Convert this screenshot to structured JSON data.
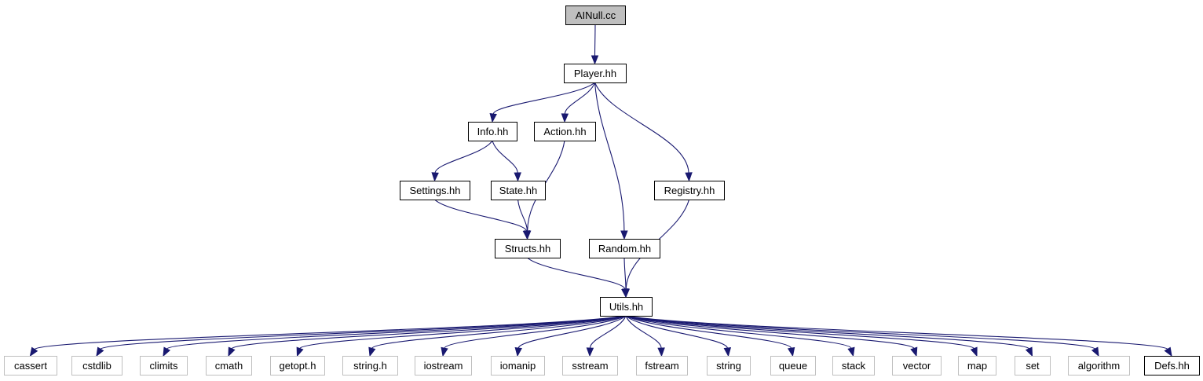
{
  "colors": {
    "edge": "#191970",
    "root_fill": "#bfbfbf",
    "node_stroke": "#000000",
    "system_stroke": "#bfbfbf",
    "background": "#ffffff"
  },
  "nodes": [
    {
      "id": "AINull_cc",
      "label": "AINull.cc",
      "kind": "root"
    },
    {
      "id": "Player_hh",
      "label": "Player.hh",
      "kind": "project"
    },
    {
      "id": "Info_hh",
      "label": "Info.hh",
      "kind": "project"
    },
    {
      "id": "Action_hh",
      "label": "Action.hh",
      "kind": "project"
    },
    {
      "id": "Settings_hh",
      "label": "Settings.hh",
      "kind": "project"
    },
    {
      "id": "State_hh",
      "label": "State.hh",
      "kind": "project"
    },
    {
      "id": "Registry_hh",
      "label": "Registry.hh",
      "kind": "project"
    },
    {
      "id": "Structs_hh",
      "label": "Structs.hh",
      "kind": "project"
    },
    {
      "id": "Random_hh",
      "label": "Random.hh",
      "kind": "project"
    },
    {
      "id": "Utils_hh",
      "label": "Utils.hh",
      "kind": "project"
    },
    {
      "id": "cassert",
      "label": "cassert",
      "kind": "system"
    },
    {
      "id": "cstdlib",
      "label": "cstdlib",
      "kind": "system"
    },
    {
      "id": "climits",
      "label": "climits",
      "kind": "system"
    },
    {
      "id": "cmath",
      "label": "cmath",
      "kind": "system"
    },
    {
      "id": "getopt_h",
      "label": "getopt.h",
      "kind": "system"
    },
    {
      "id": "string_h",
      "label": "string.h",
      "kind": "system"
    },
    {
      "id": "iostream",
      "label": "iostream",
      "kind": "system"
    },
    {
      "id": "iomanip",
      "label": "iomanip",
      "kind": "system"
    },
    {
      "id": "sstream",
      "label": "sstream",
      "kind": "system"
    },
    {
      "id": "fstream",
      "label": "fstream",
      "kind": "system"
    },
    {
      "id": "string",
      "label": "string",
      "kind": "system"
    },
    {
      "id": "queue",
      "label": "queue",
      "kind": "system"
    },
    {
      "id": "stack",
      "label": "stack",
      "kind": "system"
    },
    {
      "id": "vector",
      "label": "vector",
      "kind": "system"
    },
    {
      "id": "map",
      "label": "map",
      "kind": "system"
    },
    {
      "id": "set",
      "label": "set",
      "kind": "system"
    },
    {
      "id": "algorithm",
      "label": "algorithm",
      "kind": "system"
    },
    {
      "id": "Defs_hh",
      "label": "Defs.hh",
      "kind": "project"
    }
  ],
  "edges": [
    {
      "from": "AINull_cc",
      "to": "Player_hh"
    },
    {
      "from": "Player_hh",
      "to": "Info_hh"
    },
    {
      "from": "Player_hh",
      "to": "Action_hh"
    },
    {
      "from": "Player_hh",
      "to": "Random_hh"
    },
    {
      "from": "Player_hh",
      "to": "Registry_hh"
    },
    {
      "from": "Info_hh",
      "to": "Settings_hh"
    },
    {
      "from": "Info_hh",
      "to": "State_hh"
    },
    {
      "from": "Settings_hh",
      "to": "Structs_hh"
    },
    {
      "from": "State_hh",
      "to": "Structs_hh"
    },
    {
      "from": "Action_hh",
      "to": "Structs_hh"
    },
    {
      "from": "Structs_hh",
      "to": "Utils_hh"
    },
    {
      "from": "Random_hh",
      "to": "Utils_hh"
    },
    {
      "from": "Registry_hh",
      "to": "Utils_hh"
    },
    {
      "from": "Utils_hh",
      "to": "cassert"
    },
    {
      "from": "Utils_hh",
      "to": "cstdlib"
    },
    {
      "from": "Utils_hh",
      "to": "climits"
    },
    {
      "from": "Utils_hh",
      "to": "cmath"
    },
    {
      "from": "Utils_hh",
      "to": "getopt_h"
    },
    {
      "from": "Utils_hh",
      "to": "string_h"
    },
    {
      "from": "Utils_hh",
      "to": "iostream"
    },
    {
      "from": "Utils_hh",
      "to": "iomanip"
    },
    {
      "from": "Utils_hh",
      "to": "sstream"
    },
    {
      "from": "Utils_hh",
      "to": "fstream"
    },
    {
      "from": "Utils_hh",
      "to": "string"
    },
    {
      "from": "Utils_hh",
      "to": "queue"
    },
    {
      "from": "Utils_hh",
      "to": "stack"
    },
    {
      "from": "Utils_hh",
      "to": "vector"
    },
    {
      "from": "Utils_hh",
      "to": "map"
    },
    {
      "from": "Utils_hh",
      "to": "set"
    },
    {
      "from": "Utils_hh",
      "to": "algorithm"
    },
    {
      "from": "Utils_hh",
      "to": "Defs_hh"
    }
  ]
}
